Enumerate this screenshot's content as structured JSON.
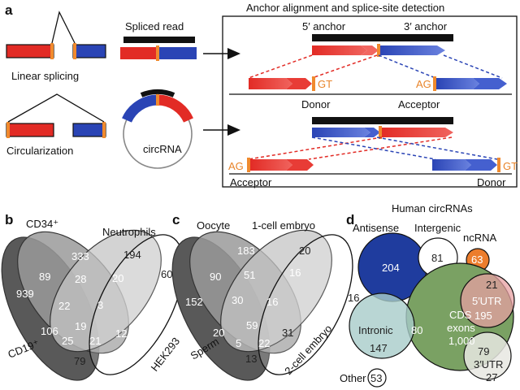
{
  "panel_a": {
    "label": "a",
    "linear_splicing": "Linear splicing",
    "circularization": "Circularization",
    "spliced_read": "Spliced read",
    "circrna": "circRNA",
    "box_title": "Anchor alignment and splice-site detection",
    "anchor5": "5′ anchor",
    "anchor3": "3′ anchor",
    "donor": "Donor",
    "acceptor": "Acceptor",
    "gt": "GT",
    "ag": "AG"
  },
  "panel_b": {
    "label": "b",
    "labels": {
      "cd34": "CD34⁺",
      "neutrophils": "Neutrophils",
      "cd19": "CD19⁺",
      "hek293": "HEK293"
    },
    "values": [
      "939",
      "333",
      "194",
      "60",
      "89",
      "28",
      "20",
      "22",
      "3",
      "106",
      "19",
      "12",
      "25",
      "21",
      "79"
    ]
  },
  "panel_c": {
    "label": "c",
    "labels": {
      "oocyte": "Oocyte",
      "one_cell": "1-cell embryo",
      "sperm": "Sperm",
      "two_cell": "2-cell embryo"
    },
    "values": [
      "152",
      "183",
      "20",
      "16",
      "90",
      "51",
      "16",
      "30",
      "16",
      "20",
      "59",
      "31",
      "5",
      "22",
      "13"
    ]
  },
  "panel_d": {
    "label": "d",
    "title": "Human circRNAs",
    "labels": {
      "antisense": "Antisense",
      "intergenic": "Intergenic",
      "ncrna": "ncRNA",
      "cds_line1": "CDS",
      "cds_line2": "exons",
      "intronic": "Intronic",
      "utr5": "5′UTR",
      "utr3": "3′UTR",
      "other": "Other"
    },
    "values": {
      "antisense": "204",
      "intergenic": "81",
      "ncrna": "63",
      "cds": "1,000",
      "intronic": "147",
      "intronic_cds": "80",
      "utr5_only": "21",
      "utr5_cds": "195",
      "utr3_cds": "79",
      "utr3_only": "27",
      "other": "53"
    }
  },
  "colors": {
    "red_exon": "#e22b25",
    "blue_exon": "#2a44b5",
    "splice_site": "#f08a2e",
    "antisense": "#1f3c9e",
    "ncrna": "#ec7d2c",
    "cds": "#7aa163",
    "intronic": "#a7ccc9",
    "utr5": "#e7a0a2"
  }
}
